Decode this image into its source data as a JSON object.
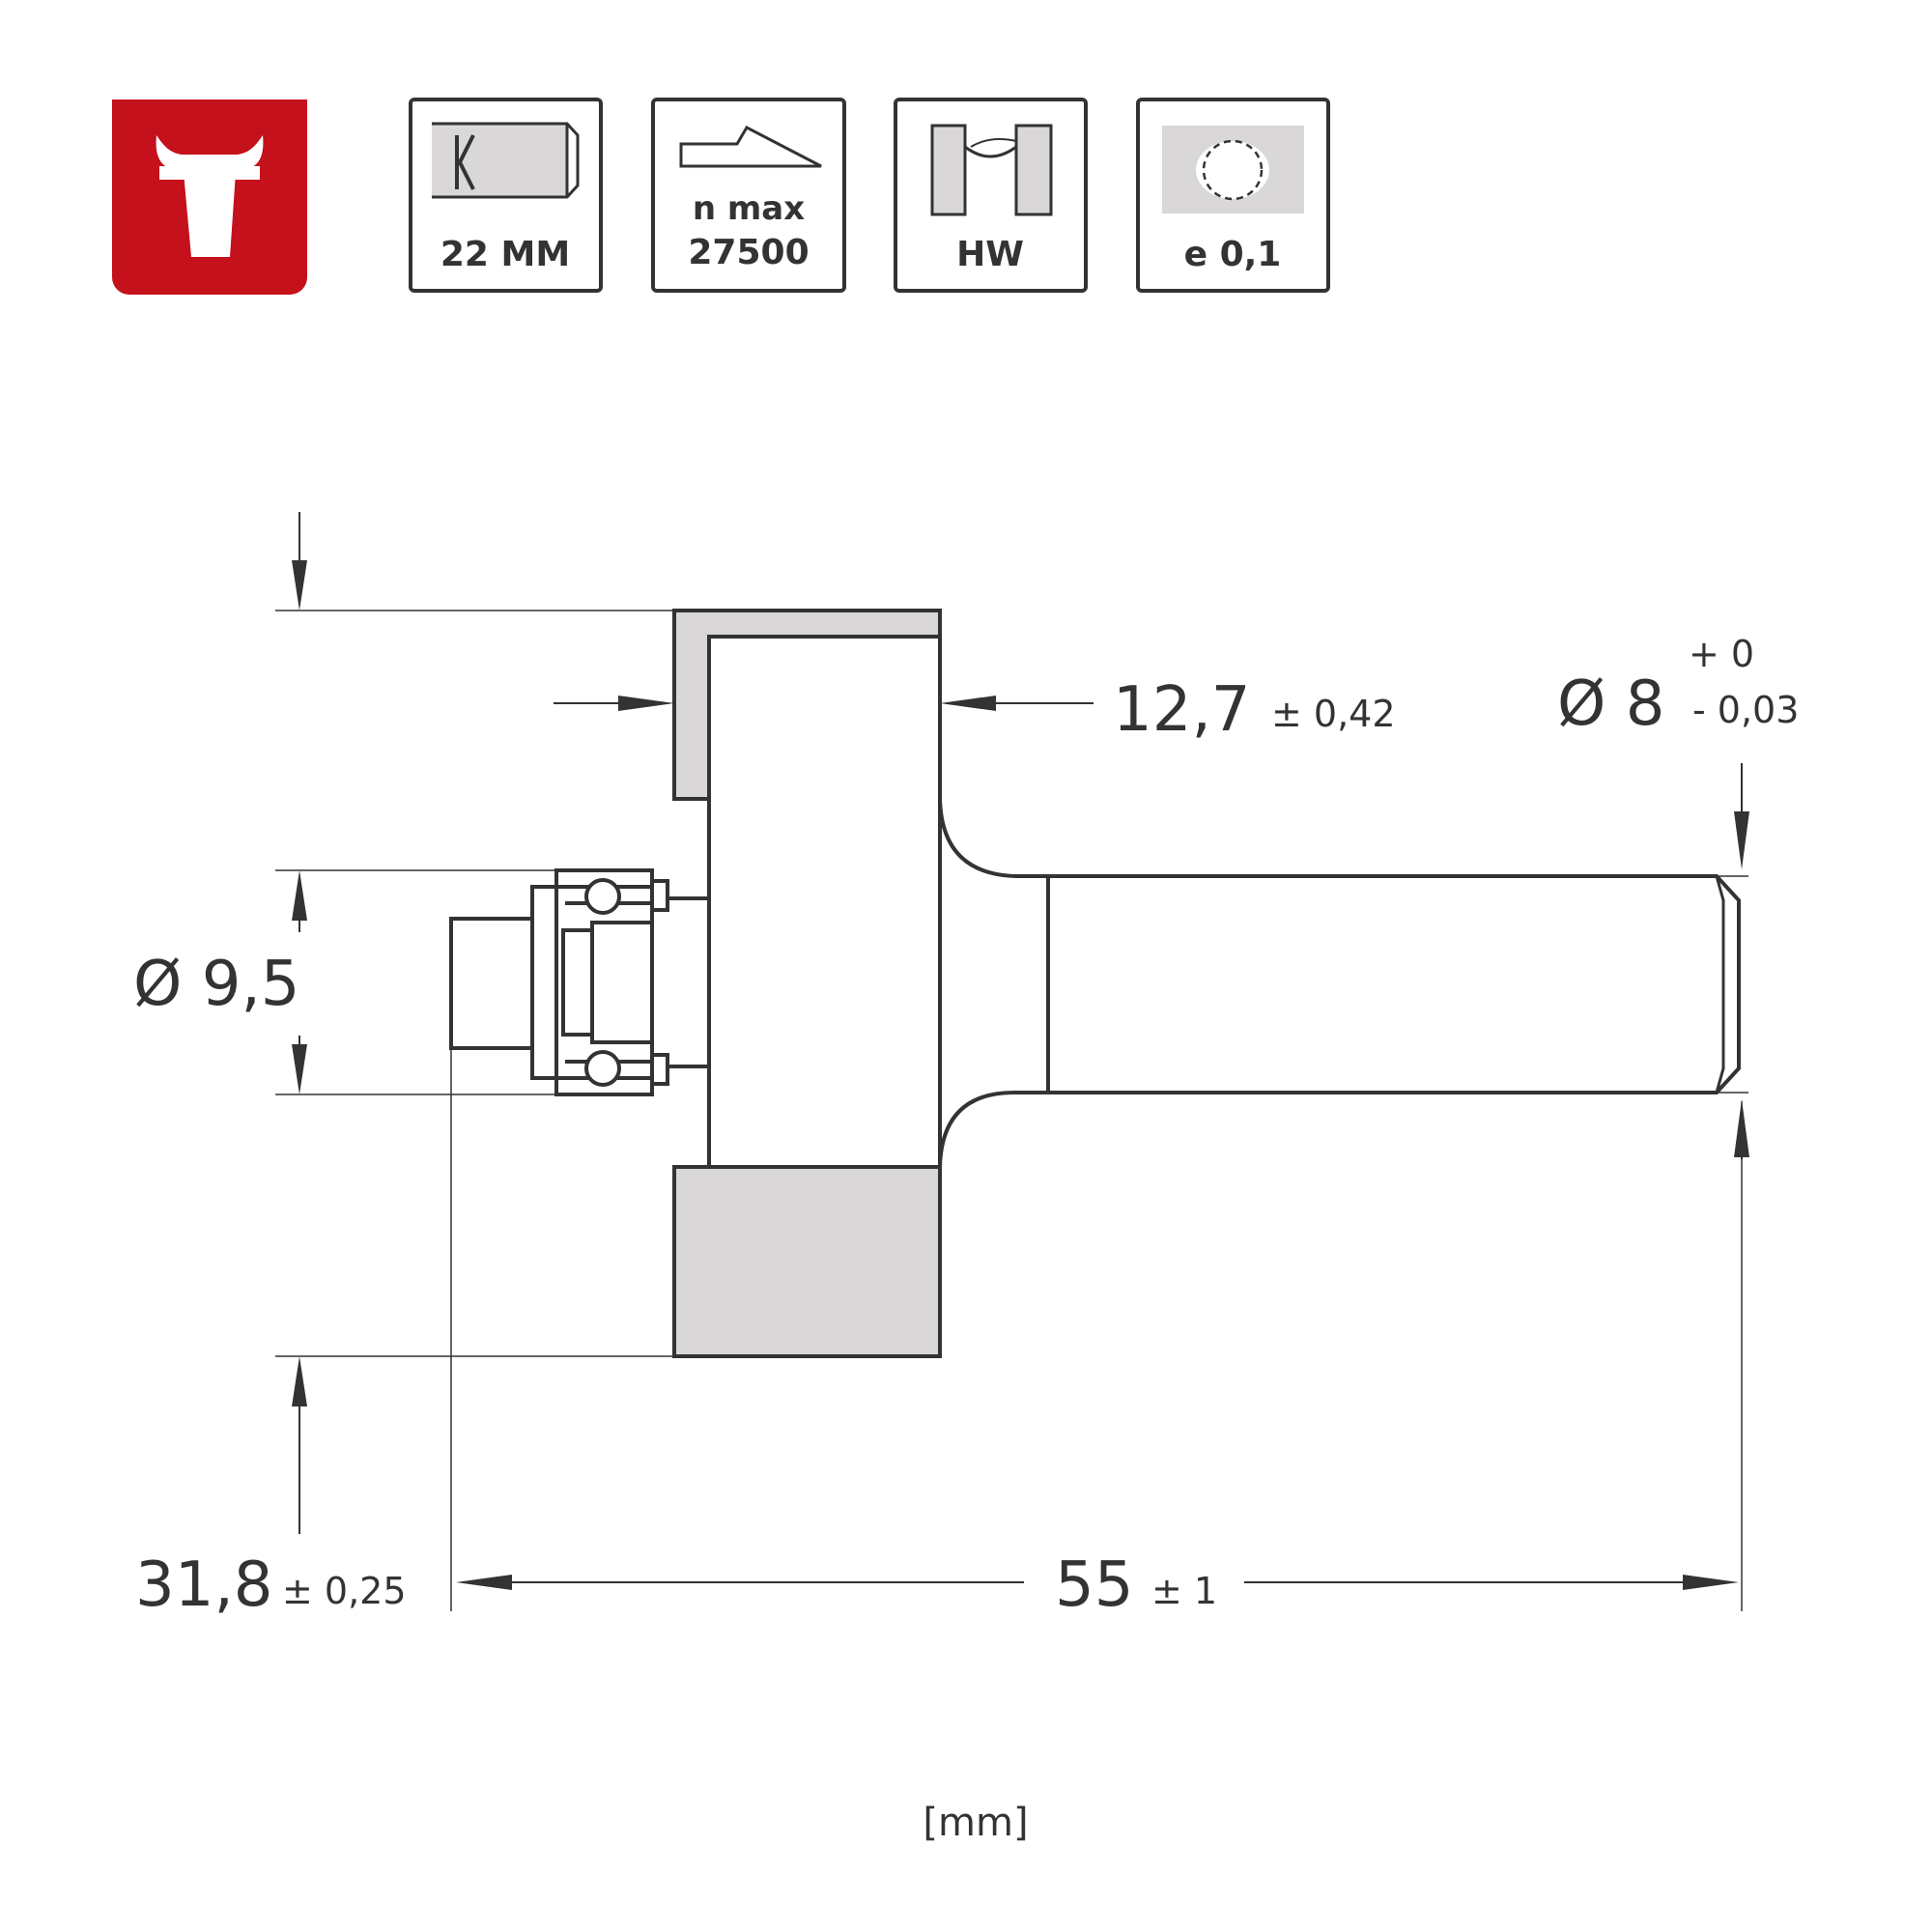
{
  "badges": [
    {
      "label": "22 MM",
      "icon": "shank-icon"
    },
    {
      "label_line1": "n max",
      "label_line2": "27500",
      "icon": "speed-icon"
    },
    {
      "label": "HW",
      "icon": "material-icon"
    },
    {
      "label": "e 0,1",
      "icon": "runout-icon"
    }
  ],
  "dimensions": {
    "cut_depth": {
      "value": "12,7",
      "tol": "± 0,42"
    },
    "shank": {
      "value": "Ø 8",
      "tol_plus": "+ 0",
      "tol_minus": "- 0,03"
    },
    "bearing": {
      "value": "Ø 9,5"
    },
    "cut_diameter": {
      "value": "31,8",
      "tol": "± 0,25"
    },
    "length": {
      "value": "55",
      "tol": "± 1"
    }
  },
  "units": "[mm]",
  "colors": {
    "brand_red": "#c4111b",
    "line": "#333333",
    "fill_gray": "#d9d7d8"
  }
}
